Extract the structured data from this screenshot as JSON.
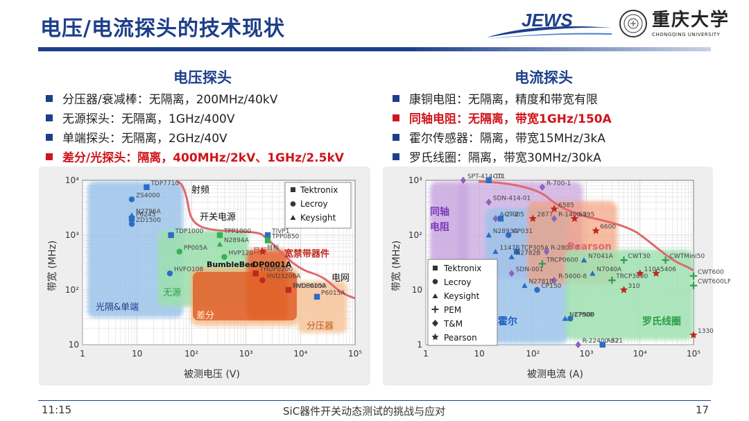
{
  "slide": {
    "title": "电压/电流探头的技术现状",
    "time": "11:15",
    "footer": "SiC器件开关动态测试的挑战与应对",
    "page": "17",
    "logo_text": "JEWS",
    "university_cn": "重庆大学",
    "university_en": "CHONGQING UNIVERSITY"
  },
  "left": {
    "heading": "电压探头",
    "bullets": [
      {
        "text": "分压器/衰减棒：无隔离，200MHz/40kV",
        "highlight": false
      },
      {
        "text": "无源探头：无隔离，1GHz/400V",
        "highlight": false
      },
      {
        "text": "单端探头：无隔离，2GHz/40V",
        "highlight": false
      },
      {
        "text": "差分/光探头：隔离，400MHz/2kV、1GHz/2.5kV",
        "highlight": true
      }
    ]
  },
  "right": {
    "heading": "电流探头",
    "bullets": [
      {
        "text": "康铜电阻：无隔离，精度和带宽有限",
        "highlight": false
      },
      {
        "text": "同轴电阻：无隔离，带宽1GHz/150A",
        "highlight": true
      },
      {
        "text": "霍尔传感器：隔离，带宽15MHz/3kA",
        "highlight": false
      },
      {
        "text": "罗氏线圈：隔离，带宽30MHz/30kA",
        "highlight": false
      }
    ]
  },
  "colors": {
    "primary": "#1d3f8a",
    "highlight": "#d0141a",
    "region_blue": "#9cc3ea",
    "region_green": "#9fe0b0",
    "region_orange": "#e0622a",
    "region_peach": "#f6c8a0",
    "region_purple": "#c9a7df",
    "boundary": "#e0676e"
  },
  "chart_data": [
    {
      "type": "scatter",
      "x_scale": "log",
      "y_scale": "log",
      "xlabel": "被测电压 (V)",
      "ylabel": "带宽 (MHz)",
      "xlim": [
        1,
        100000
      ],
      "ylim": [
        10,
        10000
      ],
      "x_ticks": [
        "1",
        "10",
        "10²",
        "10³",
        "10⁴",
        "10⁵"
      ],
      "y_ticks": [
        "10",
        "10²",
        "10³",
        "10⁴"
      ],
      "legend": {
        "position": "top-right",
        "entries": [
          {
            "marker": "square",
            "label": "Tektronix"
          },
          {
            "marker": "circle",
            "label": "Lecroy"
          },
          {
            "marker": "triangle",
            "label": "Keysight"
          }
        ]
      },
      "regions": [
        {
          "label": "光隔&单端",
          "color": "region_blue"
        },
        {
          "label": "无源",
          "color": "region_green"
        },
        {
          "label": "差分",
          "color": "region_orange"
        },
        {
          "label": "分压器",
          "color": "region_peach"
        }
      ],
      "annotations": [
        "射频",
        "开关电源",
        "宽禁带器件",
        "电网",
        "目标",
        "BumbleBee",
        "DP0001A"
      ],
      "points": [
        {
          "label": "TDP7710",
          "marker": "square",
          "color": "#2c6cc4",
          "x": 15,
          "y": 7500
        },
        {
          "label": "ZS4000",
          "marker": "circle",
          "color": "#2c6cc4",
          "x": 8,
          "y": 4500
        },
        {
          "label": "P6245",
          "marker": "square",
          "color": "#2c6cc4",
          "x": 8,
          "y": 2000
        },
        {
          "label": "N2796A",
          "marker": "triangle",
          "color": "#2c6cc4",
          "x": 8,
          "y": 2300
        },
        {
          "label": "ZD1500",
          "marker": "circle",
          "color": "#2c6cc4",
          "x": 8,
          "y": 1600
        },
        {
          "label": "TDP1000",
          "marker": "square",
          "color": "#2c6cc4",
          "x": 42,
          "y": 1000
        },
        {
          "label": "TPP1000",
          "marker": "square",
          "color": "#33b34a",
          "x": 330,
          "y": 1000
        },
        {
          "label": "N2894A",
          "marker": "triangle",
          "color": "#33b34a",
          "x": 330,
          "y": 680
        },
        {
          "label": "PP005A",
          "marker": "circle",
          "color": "#33b34a",
          "x": 60,
          "y": 500
        },
        {
          "label": "HVP120",
          "marker": "circle",
          "color": "#33b34a",
          "x": 400,
          "y": 400
        },
        {
          "label": "TIVP1",
          "marker": "square",
          "color": "#2c6cc4",
          "x": 2500,
          "y": 1000
        },
        {
          "label": "TPP0850",
          "marker": "square",
          "color": "#33b34a",
          "x": 2500,
          "y": 800
        },
        {
          "label": "HVFO108",
          "marker": "circle",
          "color": "#2c6cc4",
          "x": 40,
          "y": 200
        },
        {
          "label": "THDP0200",
          "marker": "square",
          "color": "#c0281d",
          "x": 1500,
          "y": 200
        },
        {
          "label": "HVD3206A",
          "marker": "circle",
          "color": "#c0281d",
          "x": 2000,
          "y": 150
        },
        {
          "label": "THDP0100",
          "marker": "square",
          "color": "#c0281d",
          "x": 6000,
          "y": 100
        },
        {
          "label": "HVD3605A",
          "marker": "circle",
          "color": "#c0281d",
          "x": 6000,
          "y": 100
        },
        {
          "label": "P6015A",
          "marker": "square",
          "color": "#2c6cc4",
          "x": 20000,
          "y": 75
        },
        {
          "label": "目标",
          "marker": "star",
          "color": "#c0281d",
          "x": 2000,
          "y": 500
        }
      ]
    },
    {
      "type": "scatter",
      "x_scale": "log",
      "y_scale": "log",
      "xlabel": "被测电流 (A)",
      "ylabel": "带宽 (MHz)",
      "xlim": [
        1,
        100000
      ],
      "ylim": [
        1,
        1000
      ],
      "x_ticks": [
        "1",
        "10",
        "10²",
        "10³",
        "10⁴",
        "10⁵"
      ],
      "y_ticks": [
        "1",
        "10",
        "10²",
        "10³"
      ],
      "legend": {
        "position": "bottom-left",
        "entries": [
          {
            "marker": "square",
            "label": "Tektronix"
          },
          {
            "marker": "circle",
            "label": "Lecroy"
          },
          {
            "marker": "triangle",
            "label": "Keysight"
          },
          {
            "marker": "plus",
            "label": "PEM"
          },
          {
            "marker": "diamond",
            "label": "T&M"
          },
          {
            "marker": "star",
            "label": "Pearson"
          }
        ]
      },
      "regions": [
        {
          "label": "同轴电阻",
          "color": "region_purple"
        },
        {
          "label": "霍尔",
          "color": "region_blue"
        },
        {
          "label": "Pearson",
          "color": "region_orange"
        },
        {
          "label": "罗氏线圈",
          "color": "region_green"
        }
      ],
      "points": [
        {
          "label": "SPT-414-10",
          "marker": "diamond",
          "color": "#8a64c0",
          "x": 5,
          "y": 1000
        },
        {
          "label": "SDN-414-01",
          "marker": "diamond",
          "color": "#8a64c0",
          "x": 15,
          "y": 400
        },
        {
          "label": "CT1",
          "marker": "square",
          "color": "#2c6cc4",
          "x": 15,
          "y": 1000
        },
        {
          "label": "R-700-1",
          "marker": "diamond",
          "color": "#8a64c0",
          "x": 150,
          "y": 750
        },
        {
          "label": "A-2-005",
          "marker": "diamond",
          "color": "#8a64c0",
          "x": 20,
          "y": 200
        },
        {
          "label": "CT-2",
          "marker": "square",
          "color": "#2c6cc4",
          "x": 25,
          "y": 200
        },
        {
          "label": "2877",
          "marker": "star",
          "color": "#c0281d",
          "x": 100,
          "y": 200
        },
        {
          "label": "6585",
          "marker": "star",
          "color": "#c0281d",
          "x": 250,
          "y": 300
        },
        {
          "label": "R-1400-2",
          "marker": "diamond",
          "color": "#8a64c0",
          "x": 250,
          "y": 200
        },
        {
          "label": "6595",
          "marker": "star",
          "color": "#c0281d",
          "x": 600,
          "y": 200
        },
        {
          "label": "6600",
          "marker": "star",
          "color": "#c0281d",
          "x": 1500,
          "y": 120
        },
        {
          "label": "N2893A",
          "marker": "triangle",
          "color": "#2c6cc4",
          "x": 15,
          "y": 100
        },
        {
          "label": "CP031",
          "marker": "circle",
          "color": "#2c6cc4",
          "x": 35,
          "y": 100
        },
        {
          "label": "TCP305A",
          "marker": "square",
          "color": "#2c6cc4",
          "x": 50,
          "y": 50
        },
        {
          "label": "1147B",
          "marker": "triangle",
          "color": "#2c6cc4",
          "x": 20,
          "y": 50
        },
        {
          "label": "N2782B",
          "marker": "triangle",
          "color": "#2c6cc4",
          "x": 40,
          "y": 40
        },
        {
          "label": "SDN-001",
          "marker": "diamond",
          "color": "#8a64c0",
          "x": 40,
          "y": 20
        },
        {
          "label": "R-2800-3",
          "marker": "diamond",
          "color": "#8a64c0",
          "x": 180,
          "y": 50
        },
        {
          "label": "TRCP0600",
          "marker": "plus",
          "color": "#2e9e4a",
          "x": 150,
          "y": 30
        },
        {
          "label": "R-5600-8",
          "marker": "diamond",
          "color": "#8a64c0",
          "x": 250,
          "y": 15
        },
        {
          "label": "N2781B",
          "marker": "triangle",
          "color": "#2c6cc4",
          "x": 70,
          "y": 12
        },
        {
          "label": "CP150",
          "marker": "circle",
          "color": "#2c6cc4",
          "x": 120,
          "y": 10
        },
        {
          "label": "N7041A",
          "marker": "triangle",
          "color": "#2c6cc4",
          "x": 900,
          "y": 35
        },
        {
          "label": "N7040A",
          "marker": "triangle",
          "color": "#2c6cc4",
          "x": 1300,
          "y": 20
        },
        {
          "label": "TRCP3000",
          "marker": "plus",
          "color": "#2e9e4a",
          "x": 3000,
          "y": 15
        },
        {
          "label": "110A",
          "marker": "star",
          "color": "#c0281d",
          "x": 10000,
          "y": 20
        },
        {
          "label": "310",
          "marker": "star",
          "color": "#c0281d",
          "x": 5000,
          "y": 10
        },
        {
          "label": "CWT30",
          "marker": "plus",
          "color": "#2e9e4a",
          "x": 5000,
          "y": 35
        },
        {
          "label": "CWTMini50",
          "marker": "plus",
          "color": "#2e9e4a",
          "x": 30000,
          "y": 35
        },
        {
          "label": "5406",
          "marker": "star",
          "color": "#c0281d",
          "x": 20000,
          "y": 20
        },
        {
          "label": "CWT600",
          "marker": "plus",
          "color": "#2e9e4a",
          "x": 100000,
          "y": 18
        },
        {
          "label": "CWT600LF",
          "marker": "plus",
          "color": "#2e9e4a",
          "x": 100000,
          "y": 12
        },
        {
          "label": "N2780B",
          "marker": "triangle",
          "color": "#2c6cc4",
          "x": 400,
          "y": 3
        },
        {
          "label": "CP500",
          "marker": "circle",
          "color": "#2c6cc4",
          "x": 500,
          "y": 3
        },
        {
          "label": "R-22400-32",
          "marker": "diamond",
          "color": "#8a64c0",
          "x": 700,
          "y": 1
        },
        {
          "label": "A621",
          "marker": "square",
          "color": "#2c6cc4",
          "x": 2000,
          "y": 1
        },
        {
          "label": "1330",
          "marker": "star",
          "color": "#c0281d",
          "x": 100000,
          "y": 1.5
        }
      ]
    }
  ]
}
